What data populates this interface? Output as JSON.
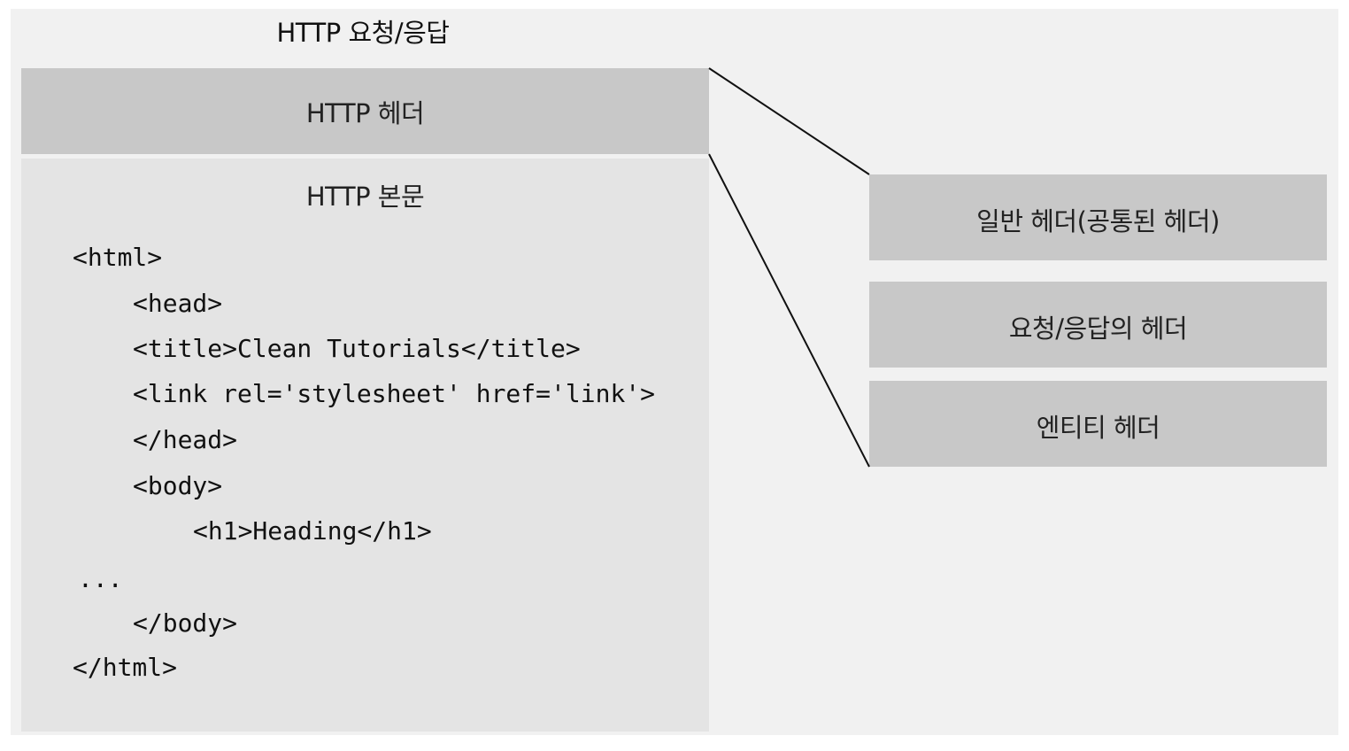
{
  "title": "HTTP 요청/응답",
  "header_section": {
    "label": "HTTP 헤더"
  },
  "body_section": {
    "label": "HTTP 본문",
    "code_lines": [
      "<html>",
      "<head>",
      "<title>Clean Tutorials</title>",
      "<link rel='stylesheet' href='link'>",
      "</head>",
      "<body>",
      "<h1>Heading</h1>",
      "...",
      "</body>",
      "</html>"
    ]
  },
  "header_types": [
    {
      "label": "일반 헤더(공통된 헤더)"
    },
    {
      "label": "요청/응답의 헤더"
    },
    {
      "label": "엔티티 헤더"
    }
  ],
  "colors": {
    "background": "#f1f1f1",
    "header_box": "#c8c8c8",
    "body_box": "#e4e4e4",
    "line": "#111111"
  }
}
